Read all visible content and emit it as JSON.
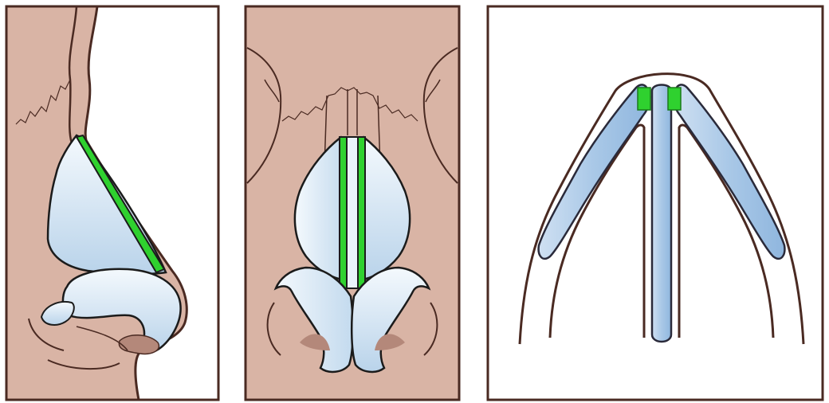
{
  "figure": {
    "panels": [
      {
        "id": "lateral",
        "view": "lateral"
      },
      {
        "id": "frontal",
        "view": "frontal"
      },
      {
        "id": "cross-section",
        "view": "cross-section"
      }
    ],
    "colors": {
      "skin": "#d9b4a5",
      "outline": "#4a2a22",
      "cartilage_light": "#eaf3fb",
      "cartilage_shade": "#a9c9e6",
      "septum_blue": "#a7c6e6",
      "graft_green": "#2fd12f",
      "graft_dark": "#1a7a1a",
      "background": "#ffffff",
      "crease": "#6b3a2e"
    }
  }
}
